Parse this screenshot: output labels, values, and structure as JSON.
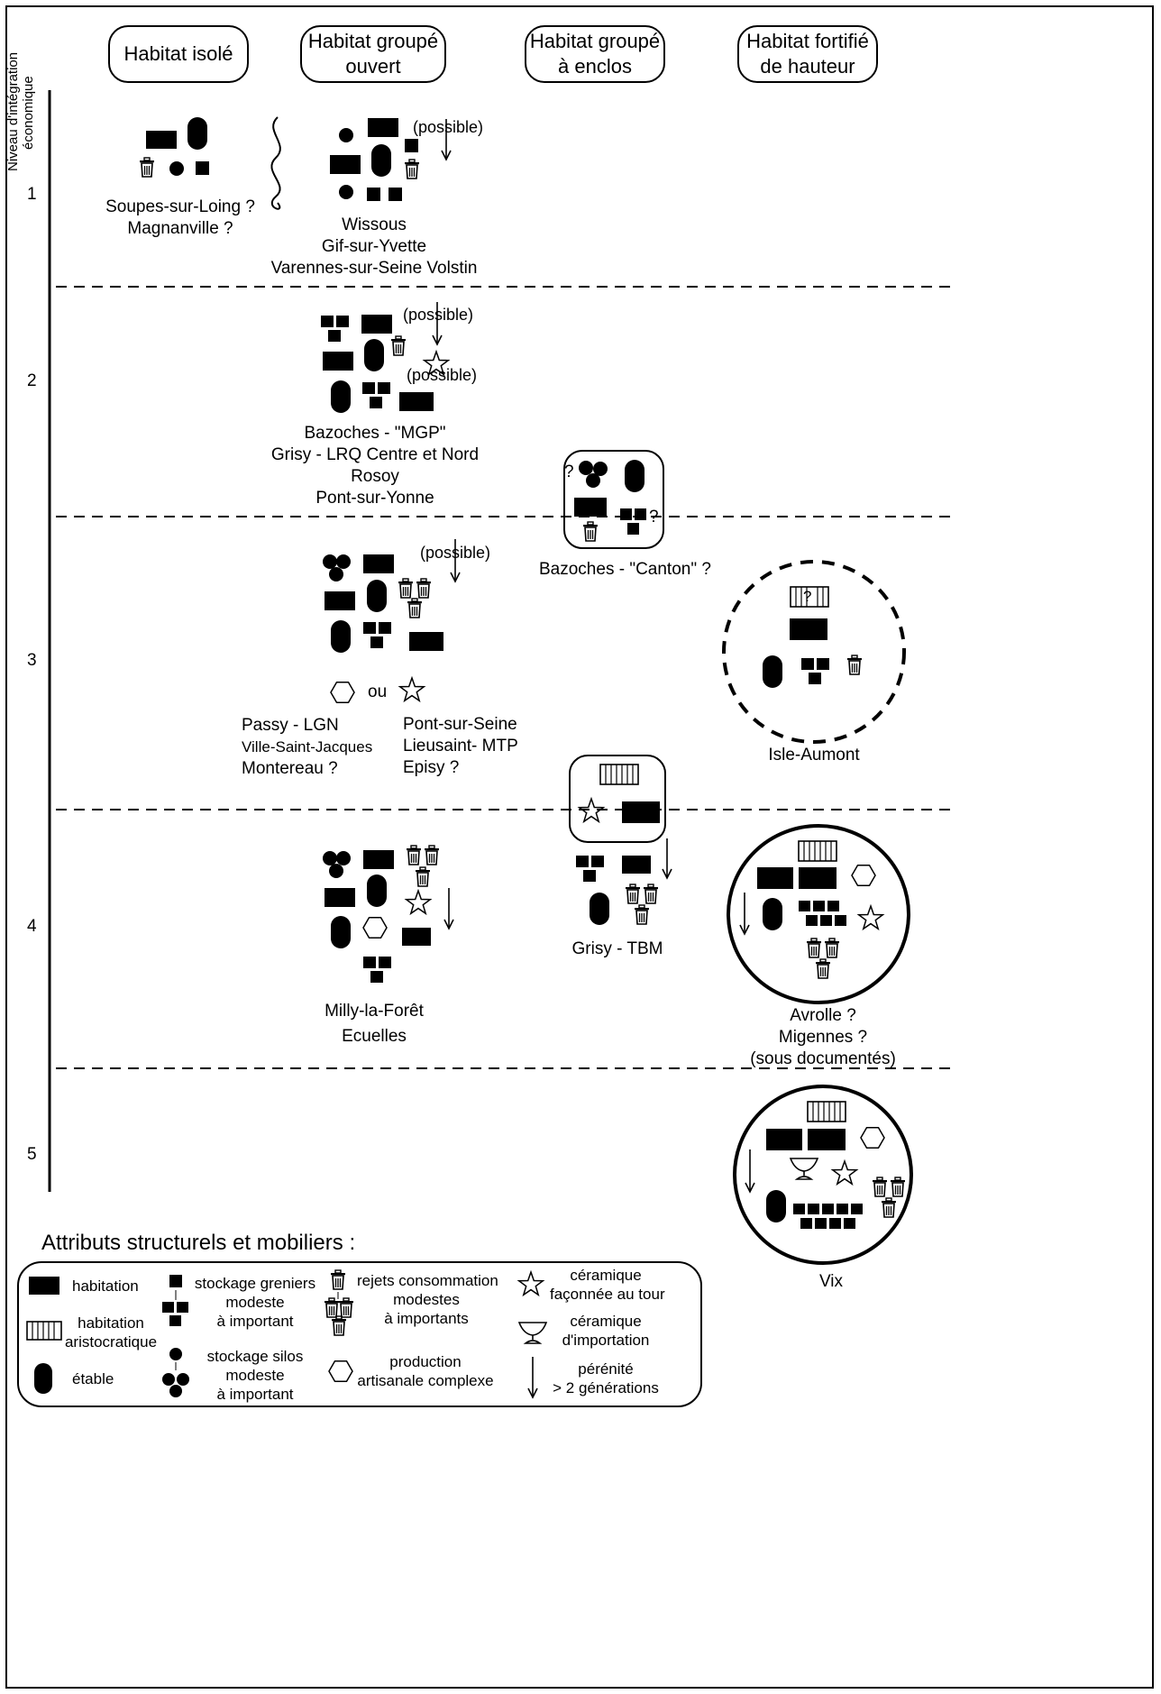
{
  "axis": {
    "title_line1": "Niveau d'intégration",
    "title_line2": "économique",
    "levels": [
      "1",
      "2",
      "3",
      "4",
      "5"
    ]
  },
  "columns": [
    {
      "line1": "Habitat isolé",
      "line2": ""
    },
    {
      "line1": "Habitat groupé",
      "line2": "ouvert"
    },
    {
      "line1": "Habitat groupé",
      "line2": "à enclos"
    },
    {
      "line1": "Habitat fortifié",
      "line2": "de hauteur"
    }
  ],
  "notes": {
    "possible": "(possible)",
    "ou": "ou",
    "question": "?"
  },
  "sites": {
    "l1_isole": [
      "Soupes-sur-Loing ?",
      "Magnanville ?"
    ],
    "l1_ouvert": [
      "Wissous",
      "Gif-sur-Yvette",
      "Varennes-sur-Seine Volstin"
    ],
    "l2_ouvert": [
      "Bazoches - \"MGP\"",
      "Grisy - LRQ Centre et Nord",
      "Rosoy",
      "Pont-sur-Yonne"
    ],
    "l2_enclos": [
      "Bazoches - \"Canton\"  ?"
    ],
    "l3_ouvert_left": [
      "Passy - LGN",
      "Ville-Saint-Jacques",
      "Montereau ?"
    ],
    "l3_ouvert_right": [
      "Pont-sur-Seine",
      "Lieusaint- MTP",
      "Episy ?"
    ],
    "l3_fortifie": [
      "Isle-Aumont"
    ],
    "l4_ouvert": [
      "Milly-la-Forêt",
      "Ecuelles"
    ],
    "l4_enclos": [
      "Grisy - TBM"
    ],
    "l4_fortifie": [
      "Avrolle ?",
      "Migennes ?",
      "(sous documentés)"
    ],
    "l5_fortifie": [
      "Vix"
    ]
  },
  "legend": {
    "title": "Attributs structurels et mobiliers :",
    "habitation": "habitation",
    "habitation_aristo": [
      "habitation",
      "aristocratique"
    ],
    "etable": "étable",
    "greniers": [
      "stockage greniers",
      "modeste",
      "à important"
    ],
    "silos": [
      "stockage silos",
      "modeste",
      "à important"
    ],
    "rejets": [
      "rejets consommation",
      "modestes",
      "à importants"
    ],
    "production": [
      "production",
      "artisanale complexe"
    ],
    "ceramique_tour": [
      "céramique",
      "façonnée au tour"
    ],
    "ceramique_import": [
      "céramique",
      "d'importation"
    ],
    "perennite": [
      "pérénité",
      "> 2 générations"
    ]
  }
}
